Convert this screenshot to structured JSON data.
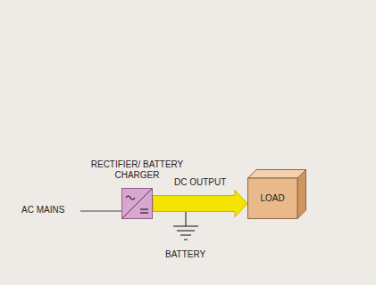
{
  "diagram": {
    "nodes": [
      {
        "text": [
          "RECTIFIER/ BATTERY CHARGER"
        ]
      },
      {
        "text": [
          "LOAD"
        ]
      }
    ],
    "edges": [
      {
        "from": 0,
        "to": 1,
        "arrow": "to",
        "label": "DC OUTPUT"
      }
    ],
    "labels": [
      "AC MAINS",
      "BATTERY"
    ]
  }
}
